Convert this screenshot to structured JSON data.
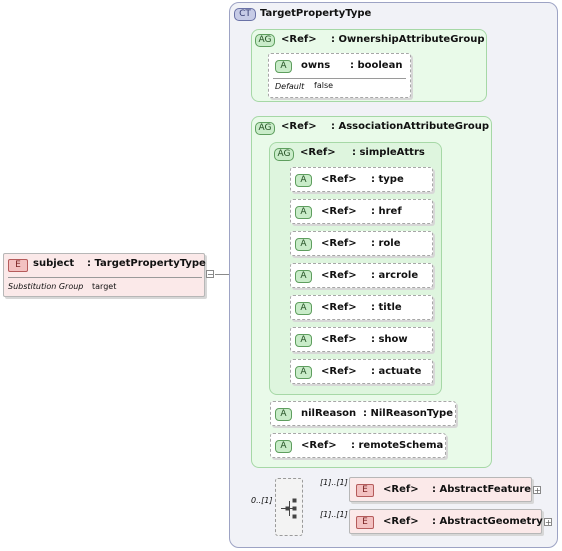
{
  "subject": {
    "badge": "E",
    "name": "subject",
    "type": ": TargetPropertyType",
    "detail_label": "Substitution Group",
    "detail_value": "target"
  },
  "complex_type": {
    "badge": "CT",
    "name": "TargetPropertyType"
  },
  "ownership_group": {
    "badge": "AG",
    "ref": "<Ref>",
    "type": ": OwnershipAttributeGroup",
    "attr": {
      "badge": "A",
      "name": "owns",
      "type": ": boolean",
      "default_label": "Default",
      "default_value": "false"
    }
  },
  "association_group": {
    "badge": "AG",
    "ref": "<Ref>",
    "type": ": AssociationAttributeGroup",
    "simple_attrs": {
      "badge": "AG",
      "ref": "<Ref>",
      "type": ": simpleAttrs",
      "attrs": [
        {
          "badge": "A",
          "ref": "<Ref>",
          "type": ": type"
        },
        {
          "badge": "A",
          "ref": "<Ref>",
          "type": ": href"
        },
        {
          "badge": "A",
          "ref": "<Ref>",
          "type": ": role"
        },
        {
          "badge": "A",
          "ref": "<Ref>",
          "type": ": arcrole"
        },
        {
          "badge": "A",
          "ref": "<Ref>",
          "type": ": title"
        },
        {
          "badge": "A",
          "ref": "<Ref>",
          "type": ": show"
        },
        {
          "badge": "A",
          "ref": "<Ref>",
          "type": ": actuate"
        }
      ]
    },
    "nil_reason": {
      "badge": "A",
      "name": "nilReason",
      "type": ": NilReasonType"
    },
    "remote_schema": {
      "badge": "A",
      "ref": "<Ref>",
      "type": ": remoteSchema"
    }
  },
  "choice": {
    "occurrence": "0..[1]",
    "items": [
      {
        "badge": "E",
        "ref": "<Ref>",
        "type": ": AbstractFeature",
        "occurrence": "[1]..[1]",
        "expand": "+"
      },
      {
        "badge": "E",
        "ref": "<Ref>",
        "type": ": AbstractGeometry",
        "occurrence": "[1]..[1]",
        "expand": "+"
      }
    ]
  },
  "subject_expand": "−"
}
